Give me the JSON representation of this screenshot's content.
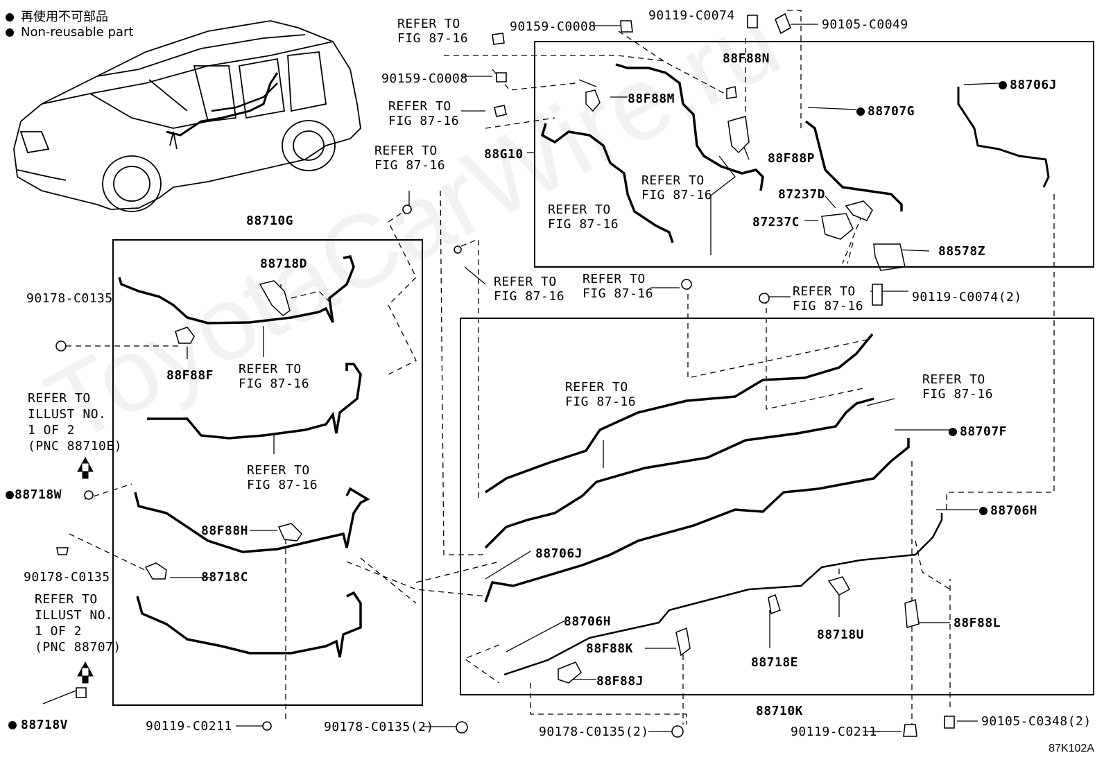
{
  "legend": {
    "line1": "再使用不可部品",
    "line2": "Non-reusable part"
  },
  "watermark": "ToyotaCarWire.ru",
  "figure_code": "87K102A",
  "refer_text": "REFER TO\nFIG 87-16",
  "refer_illust_a": "REFER TO\nILLUST NO.\n1 OF 2\n(PNC 88710E)",
  "refer_illust_b": "REFER TO\nILLUST NO.\n1 OF 2\n(PNC 88707)",
  "parts": {
    "p88710G": "88710G",
    "p88718D": "88718D",
    "p88F88F": "88F88F",
    "p88F88H": "88F88H",
    "p88718C": "88718C",
    "p88718W": "88718W",
    "p88718V": "88718V",
    "p90178a": "90178-C0135",
    "p90178b": "90178-C0135",
    "p90178c": "90178-C0135(2)",
    "p90178d": "90178-C0135(2)",
    "p90119a": "90119-C0211",
    "p90119b": "90119-C0211",
    "p90119c": "90119-C0074",
    "p90119d": "90119-C0074(2)",
    "p90159a": "90159-C0008",
    "p90159b": "90159-C0008",
    "p90105a": "90105-C0049",
    "p90105b": "90105-C0348(2)",
    "p88G10": "88G10",
    "p88F88M": "88F88M",
    "p88F88N": "88F88N",
    "p88F88P": "88F88P",
    "p88706J_top": "88706J",
    "p88707G": "88707G",
    "p87237D": "87237D",
    "p87237C": "87237C",
    "p88578Z": "88578Z",
    "p88707F": "88707F",
    "p88706H_r": "88706H",
    "p88706J_m": "88706J",
    "p88706H_m": "88706H",
    "p88F88K": "88F88K",
    "p88F88J": "88F88J",
    "p88718E": "88718E",
    "p88718U": "88718U",
    "p88F88L": "88F88L",
    "p88710K": "88710K"
  },
  "colors": {
    "ink": "#000000",
    "background": "#ffffff"
  }
}
